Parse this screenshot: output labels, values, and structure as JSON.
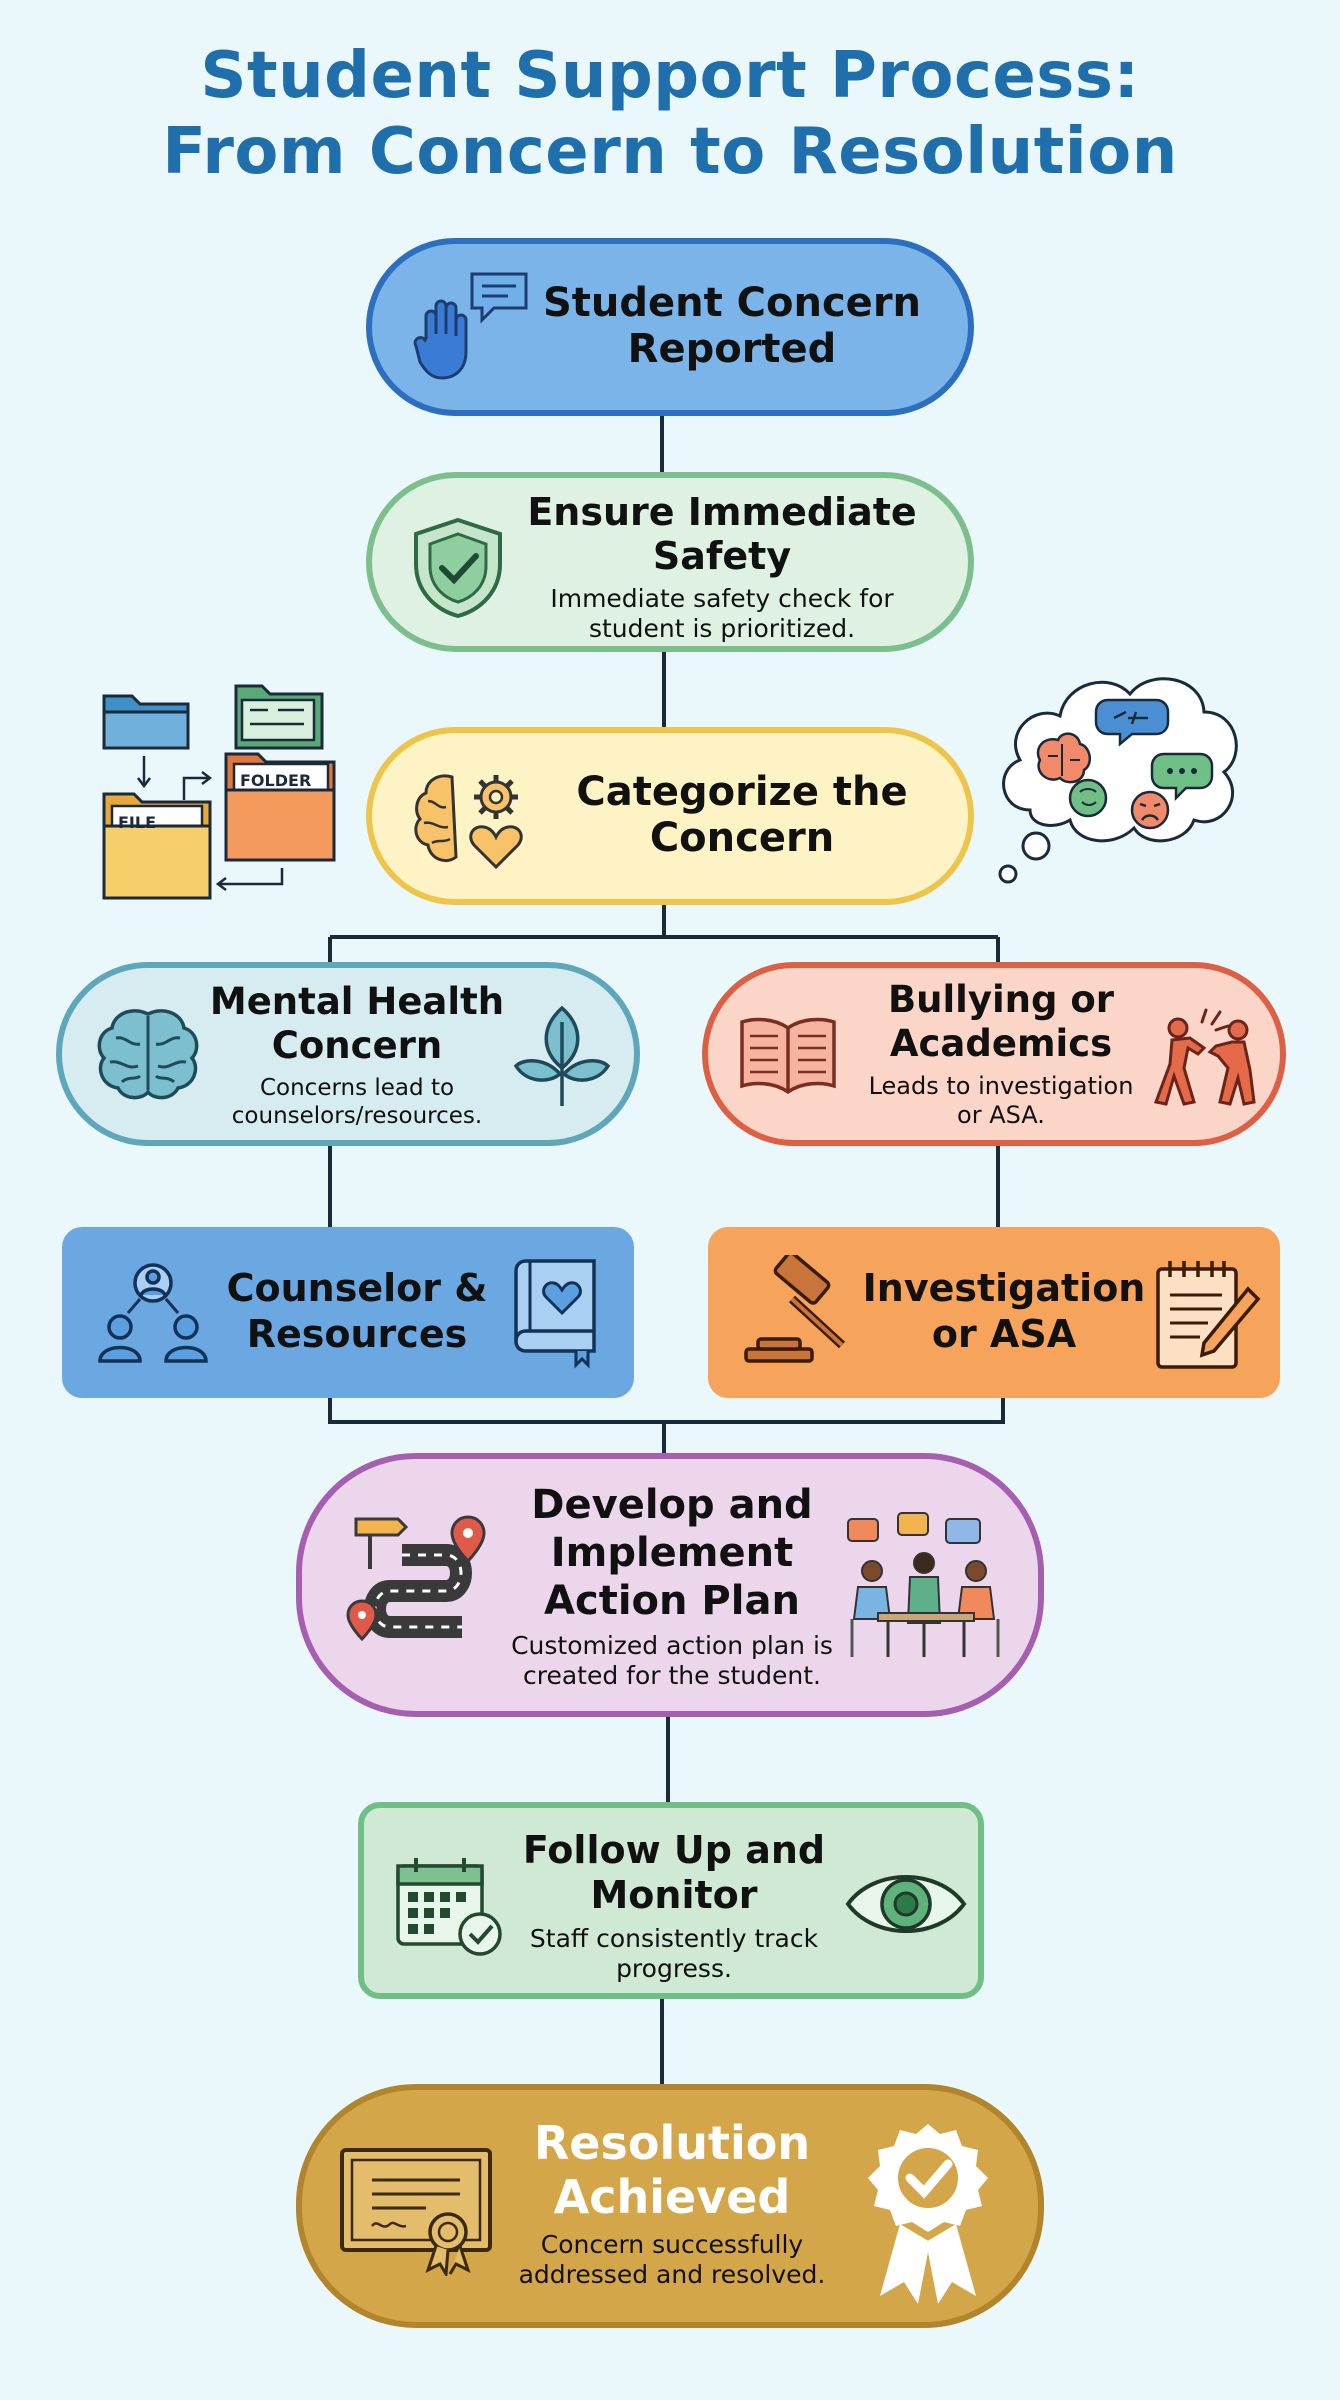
{
  "title": {
    "line1": "Student Support Process:",
    "line2": "From Concern to Resolution"
  },
  "colors": {
    "title": "#1f6fad",
    "connector": "#1b2a3a",
    "blue": "#6fa9e1",
    "green": "#dff1e2",
    "yellow": "#fdf3c4",
    "teal": "#d7ecf0",
    "salmon": "#fbd5c8",
    "orange": "#f6a35b",
    "purple": "#ecd6ec",
    "gold": "#d4a64a"
  },
  "nodes": {
    "reported": {
      "title": "Student Concern\nReported",
      "icons": [
        "hand-icon",
        "speech-bubble-icon"
      ]
    },
    "safety": {
      "title": "Ensure Immediate\nSafety",
      "desc": "Immediate safety check for\nstudent is prioritized.",
      "icons": [
        "shield-check-icon"
      ]
    },
    "categorize": {
      "title": "Categorize the\nConcern",
      "icons": [
        "brain-gear-heart-icon"
      ]
    },
    "mental": {
      "title": "Mental Health\nConcern",
      "desc": "Concerns lead to\ncounselors/resources.",
      "icons": [
        "brain-icon",
        "leaf-icon"
      ]
    },
    "bullying": {
      "title": "Bullying or\nAcademics",
      "desc": "Leads to investigation\nor ASA.",
      "icons": [
        "open-book-icon",
        "conflict-people-icon"
      ]
    },
    "counselor": {
      "title": "Counselor &\nResources",
      "icons": [
        "people-network-icon",
        "heart-book-icon"
      ]
    },
    "investigation": {
      "title": "Investigation\nor ASA",
      "icons": [
        "gavel-icon",
        "notepad-pencil-icon"
      ]
    },
    "plan": {
      "title": "Develop and\nImplement\nAction Plan",
      "desc": "Customized action plan is\ncreated for the student.",
      "icons": [
        "road-map-icon",
        "team-meeting-icon"
      ]
    },
    "followup": {
      "title": "Follow Up and\nMonitor",
      "desc": "Staff consistently track\nprogress.",
      "icons": [
        "calendar-check-icon",
        "eye-icon"
      ]
    },
    "resolution": {
      "title": "Resolution\nAchieved",
      "desc": "Concern successfully\naddressed and resolved.",
      "icons": [
        "certificate-icon",
        "award-badge-icon"
      ]
    }
  },
  "decorations": {
    "folders": {
      "folder_label": "FOLDER",
      "file_label": "FILE",
      "icons": [
        "folder-icon",
        "file-folder-icon"
      ]
    },
    "thought_cloud": {
      "icons": [
        "thought-cloud-icon",
        "brain-icon",
        "speech-bubble-icon",
        "angry-face-icon"
      ]
    }
  }
}
